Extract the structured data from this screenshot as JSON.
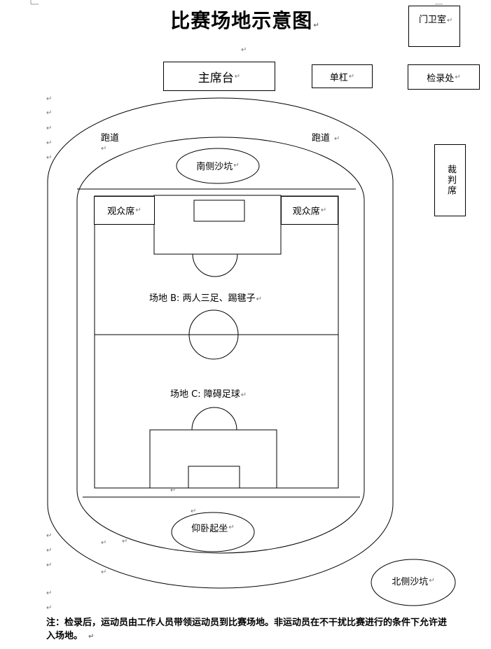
{
  "title": "比赛场地示意图",
  "labels": {
    "gate_room": "门卫室",
    "main_stand": "主席台",
    "single_bar": "单杠",
    "check_in": "检录处",
    "referee": "裁判席",
    "track_left": "跑道",
    "track_right": "跑道",
    "south_pit": "南侧沙坑",
    "audience_left": "观众席",
    "audience_right": "观众席",
    "field_b": "场地 B:  两人三足、踢毽子",
    "field_c": "场地 C:  障碍足球",
    "situp": "仰卧起坐",
    "north_pit": "北侧沙坑"
  },
  "note": "注：检录后，运动员由工作人员带领运动员到比赛场地。非运动员在不干扰比赛进行的条件下允许进入场地。",
  "paragraph_mark": "↵"
}
